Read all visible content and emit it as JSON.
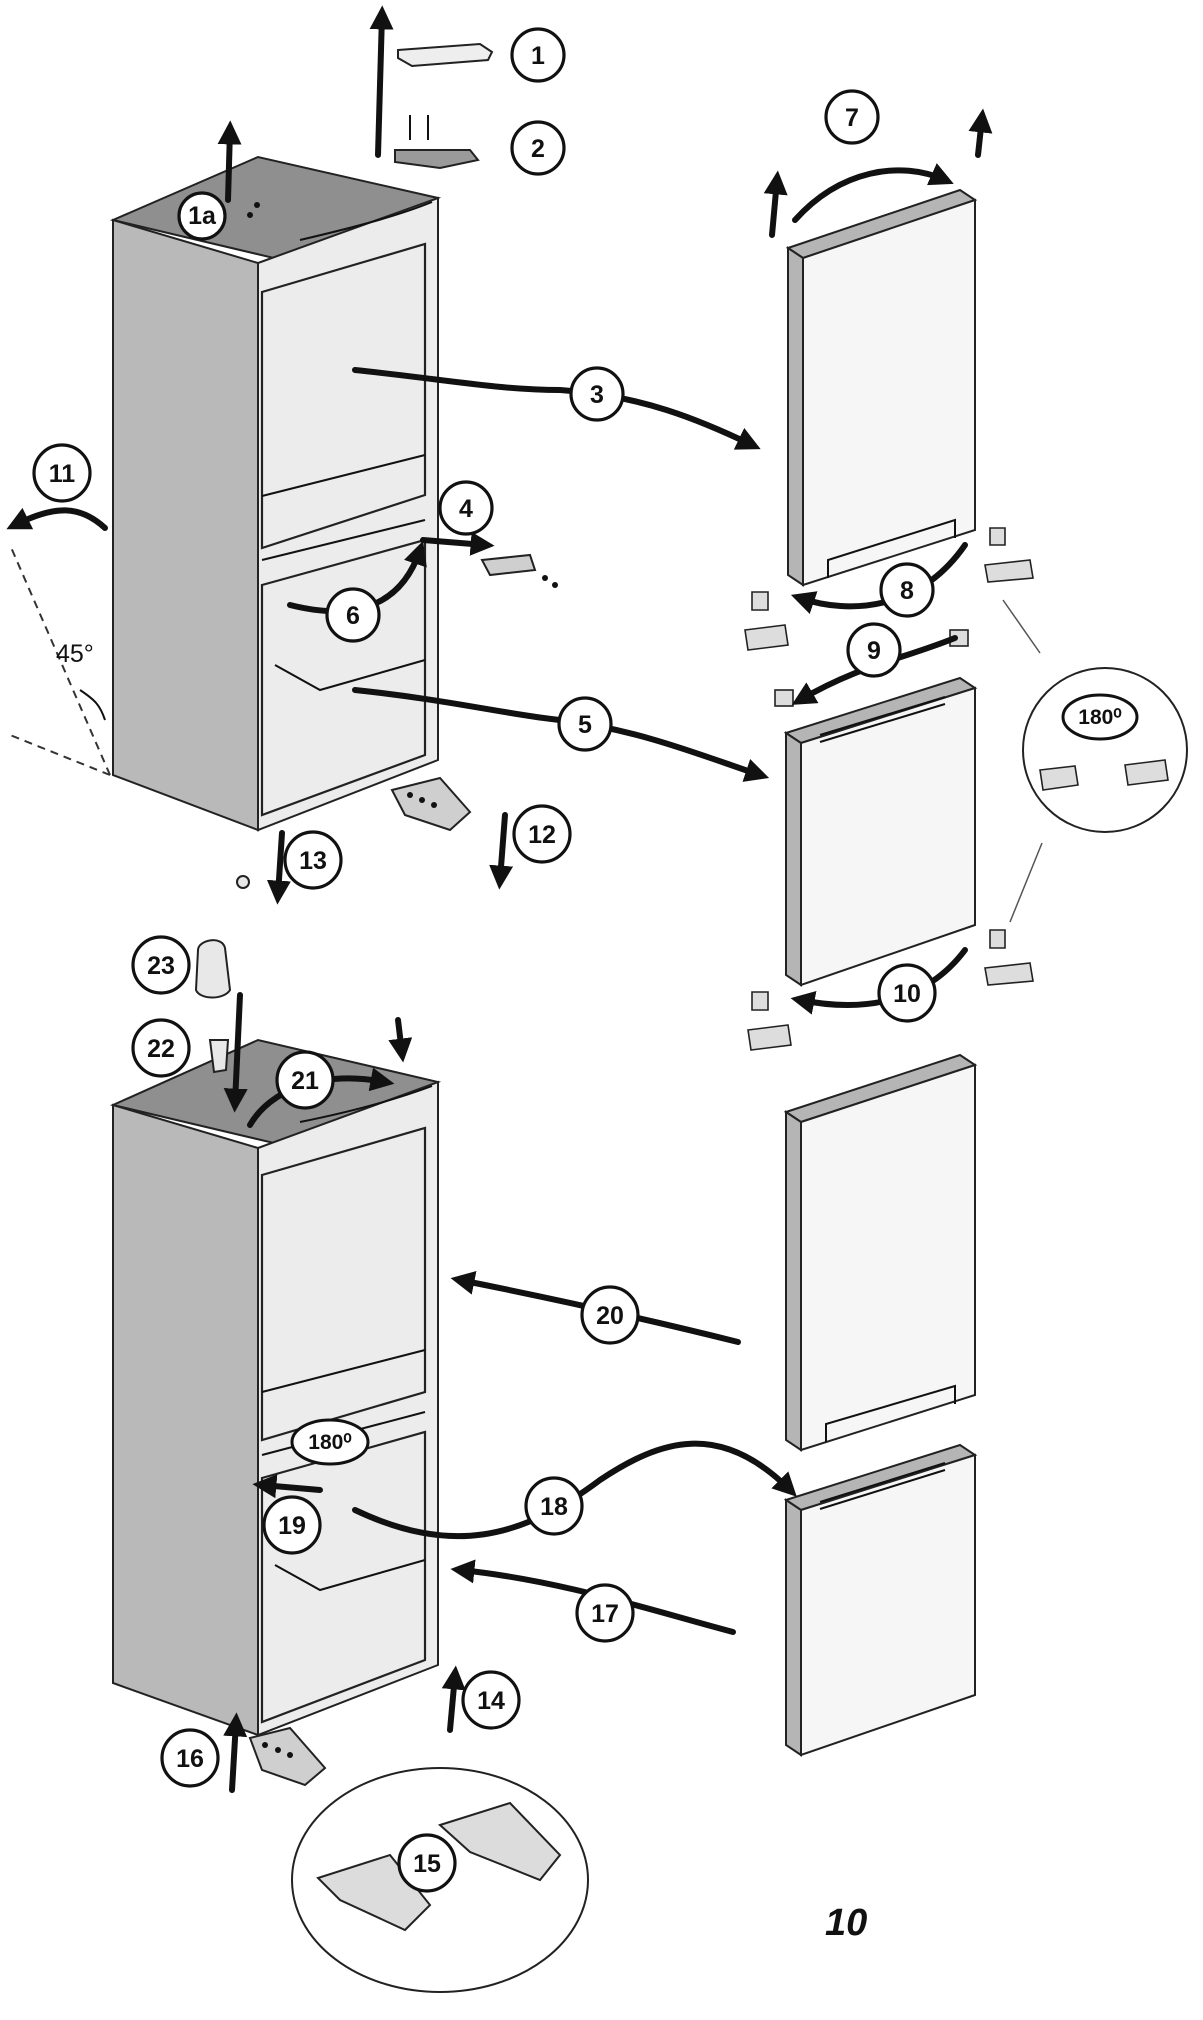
{
  "callouts": [
    {
      "label": "1"
    },
    {
      "label": "1a"
    },
    {
      "label": "2"
    },
    {
      "label": "3"
    },
    {
      "label": "4"
    },
    {
      "label": "5"
    },
    {
      "label": "6"
    },
    {
      "label": "7"
    },
    {
      "label": "8"
    },
    {
      "label": "9"
    },
    {
      "label": "10"
    },
    {
      "label": "11"
    },
    {
      "label": "12"
    },
    {
      "label": "13"
    },
    {
      "label": "14"
    },
    {
      "label": "15"
    },
    {
      "label": "16"
    },
    {
      "label": "17"
    },
    {
      "label": "18"
    },
    {
      "label": "19"
    },
    {
      "label": "20"
    },
    {
      "label": "21"
    },
    {
      "label": "22"
    },
    {
      "label": "23"
    }
  ],
  "rotation_badges": [
    "180⁰",
    "180⁰"
  ],
  "angle_label": "45°",
  "page_number": "10",
  "colors": {
    "cabinet_front": "#ececec",
    "cabinet_side": "#b9b9b9",
    "cabinet_top": "#8f8f8f",
    "door": "#f6f6f6",
    "door_edge": "#b5b5b5",
    "ink": "#111111"
  }
}
